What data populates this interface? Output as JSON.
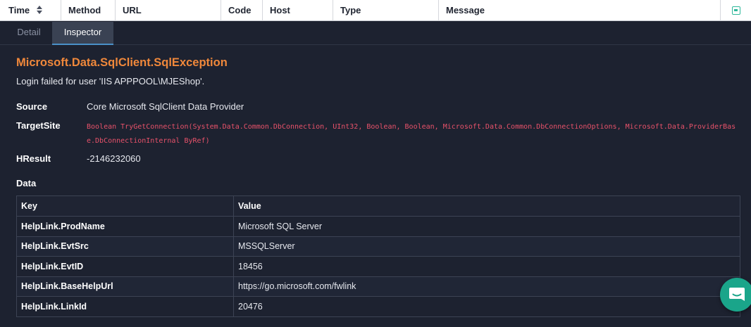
{
  "log_table": {
    "columns": [
      "Time",
      "Method",
      "URL",
      "Code",
      "Host",
      "Type",
      "Message"
    ]
  },
  "tabs": [
    {
      "label": "Detail",
      "active": false
    },
    {
      "label": "Inspector",
      "active": true
    }
  ],
  "exception": {
    "type": "Microsoft.Data.SqlClient.SqlException",
    "message": "Login failed for user 'IIS APPPOOL\\MJEShop'.",
    "properties": {
      "source": {
        "label": "Source",
        "value": "Core Microsoft SqlClient Data Provider"
      },
      "target_site": {
        "label": "TargetSite",
        "value": "Boolean TryGetConnection(System.Data.Common.DbConnection, UInt32, Boolean, Boolean, Microsoft.Data.Common.DbConnectionOptions, Microsoft.Data.ProviderBase.DbConnectionInternal ByRef)"
      },
      "hresult": {
        "label": "HResult",
        "value": "-2146232060"
      }
    }
  },
  "data_section": {
    "heading": "Data",
    "headers": {
      "key": "Key",
      "value": "Value"
    },
    "rows": [
      {
        "key": "HelpLink.ProdName",
        "value": "Microsoft SQL Server"
      },
      {
        "key": "HelpLink.EvtSrc",
        "value": "MSSQLServer"
      },
      {
        "key": "HelpLink.EvtID",
        "value": "18456"
      },
      {
        "key": "HelpLink.BaseHelpUrl",
        "value": "https://go.microsoft.com/fwlink"
      },
      {
        "key": "HelpLink.LinkId",
        "value": "20476"
      }
    ]
  },
  "colors": {
    "accent": "#f0883b",
    "target_site": "#e8526a",
    "chat": "#1aa58a",
    "background": "#1d2230"
  },
  "icons": {
    "sort": "sort-icon",
    "expand": "expand-icon",
    "chat": "chat-icon"
  }
}
